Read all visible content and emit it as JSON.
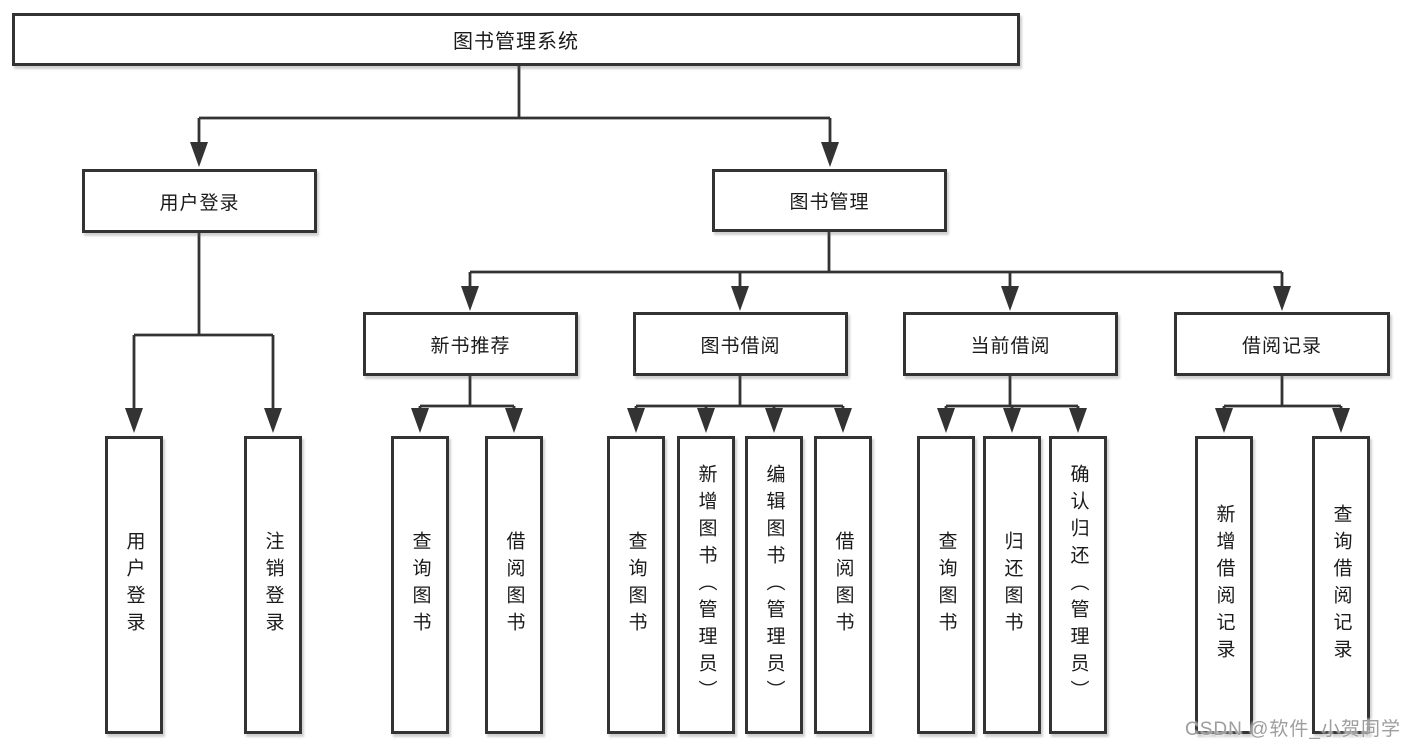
{
  "colors": {
    "line": "#333333",
    "text": "#1a1a1a",
    "box_bg": "#ffffff",
    "watermark": "#9e9e9e"
  },
  "watermark": {
    "text": "CSDN @软件_小贺同学"
  },
  "diagram": {
    "root": {
      "label": "图书管理系统"
    },
    "level2": [
      {
        "id": "user-login",
        "label": "用户登录"
      },
      {
        "id": "book-management",
        "label": "图书管理"
      }
    ],
    "level3": [
      {
        "id": "new-book-recommend",
        "label": "新书推荐"
      },
      {
        "id": "book-borrow",
        "label": "图书借阅"
      },
      {
        "id": "current-borrow",
        "label": "当前借阅"
      },
      {
        "id": "borrow-records",
        "label": "借阅记录"
      }
    ],
    "leaves": {
      "user_login": [
        "用户登录",
        "注销登录"
      ],
      "new_book_recommend": [
        "查询图书",
        "借阅图书"
      ],
      "book_borrow": [
        "查询图书",
        "新增图书（管理员）",
        "编辑图书（管理员）",
        "借阅图书"
      ],
      "current_borrow": [
        "查询图书",
        "归还图书",
        "确认归还（管理员）"
      ],
      "borrow_records": [
        "新增借阅记录",
        "查询借阅记录"
      ]
    }
  }
}
